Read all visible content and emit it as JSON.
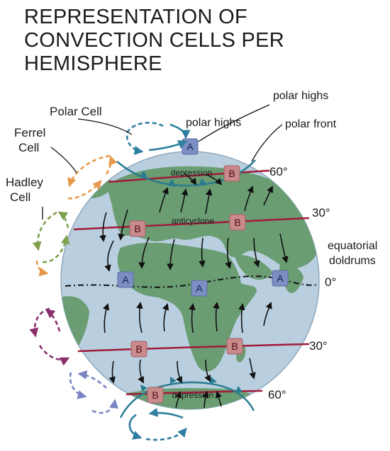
{
  "title": "REPRESENTATION OF\nCONVECTION CELLS  PER\nHEMISPHERE",
  "labels": {
    "polar_cell": "Polar Cell",
    "ferrel_cell": "Ferrel\nCell",
    "hadley_cell": "Hadley\nCell",
    "polar_highs_top": "polar highs",
    "polar_highs": "polar highs",
    "polar_front": "polar front",
    "depression_north": "depression",
    "depression_south": "depression",
    "anticyclone": "anticyclone",
    "equatorial_doldrums": "equatorial\ndoldrums"
  },
  "latitudes": {
    "n60": "60°",
    "n30": "30°",
    "eq": "0°",
    "s30": "30°",
    "s60": "60°"
  },
  "pressure_boxes": {
    "high": "A",
    "low": "B"
  },
  "colors": {
    "ocean": "#b9cfe0",
    "land": "#6a9d72",
    "latitude_line": "#a21a3a",
    "front": "#2a7c8f",
    "high_box": "#7b8fc4",
    "low_box": "#c98a8c",
    "polar_arrow": "#2f7fa0",
    "ferrel_arrow": "#e69a4d",
    "hadley_arrow": "#7fa14e",
    "s_hadley_arrow": "#8b2f6b",
    "s_ferrel_arrow": "#7884c4",
    "s_polar_arrow": "#2f7fa0"
  }
}
